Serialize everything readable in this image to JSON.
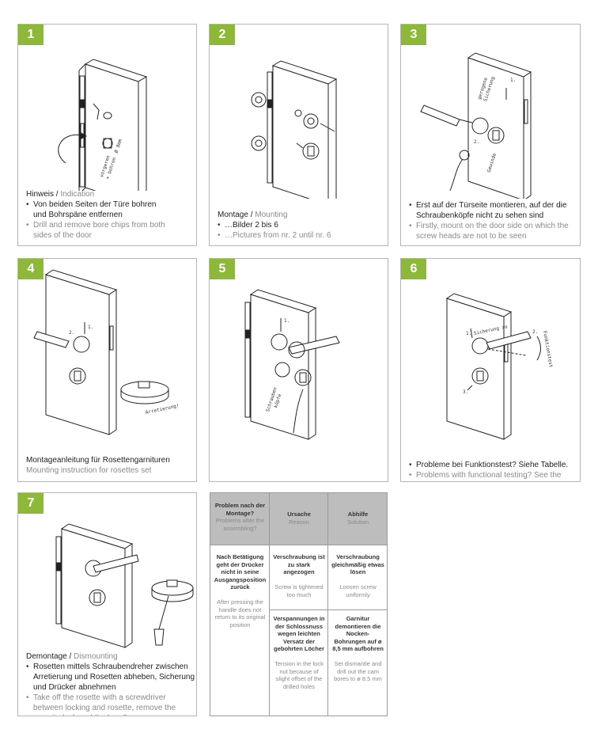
{
  "panels": [
    {
      "num": "1",
      "title_de": "Hinweis /",
      "title_en": "Indication",
      "bullets": [
        {
          "lang": "de",
          "text": "Von  beiden Seiten der Türe bohren und Bohrspäne entfernen"
        },
        {
          "lang": "en",
          "text": "Drill and remove bore chips from both sides of the door"
        }
      ],
      "labels": [
        "vorgeren",
        "+ bohren",
        "Ø 8mm"
      ]
    },
    {
      "num": "2",
      "title_de": "Montage /",
      "title_en": "Mounting",
      "bullets": [
        {
          "lang": "de",
          "text": "…Bilder 2 bis 6"
        },
        {
          "lang": "en",
          "text": "…Pictures from nr. 2 until nr. 6"
        }
      ]
    },
    {
      "num": "3",
      "bullets": [
        {
          "lang": "de",
          "text": "Erst auf der Türseite montieren, auf der die Schraubenköpfe nicht zu sehen sind"
        },
        {
          "lang": "en",
          "text": "Firstly, mount on the door side on which the screw heads are not to be seen"
        }
      ],
      "labels": [
        "gerogene",
        "Sicherung",
        "Gewinde",
        "1.",
        "2."
      ]
    },
    {
      "num": "4",
      "title_de": "Montageanleitung für Rosettengarnituren",
      "title_en": "Mounting instruction for rosettes set",
      "labels": [
        "Arretierung!",
        "1.",
        "2."
      ]
    },
    {
      "num": "5",
      "labels": [
        "Schrauben",
        "köpfe",
        "1."
      ]
    },
    {
      "num": "6",
      "bullets": [
        {
          "lang": "de",
          "text": "Probleme bei Funktionstest? Siehe Tabelle."
        },
        {
          "lang": "en",
          "text": "Problems with functional testing? See the table."
        }
      ],
      "labels": [
        "Sicherung zu",
        "Funktionstest",
        "1.",
        "2.",
        "3."
      ]
    },
    {
      "num": "7",
      "title_de": "Demontage /",
      "title_en": "Dismounting",
      "bullets": [
        {
          "lang": "de",
          "text": "Rosetten mittels Schraubendreher zwischen Arretierung und Rosetten abheben, Sicherung und Drücker abnehmen"
        },
        {
          "lang": "en",
          "text": "Take off the rosette with a screwdriver between locking and rosette, remove the security lock and the handle."
        }
      ]
    }
  ],
  "table": {
    "headers": [
      {
        "de": "Problem nach der Montage?",
        "en": "Problems after the assembling?"
      },
      {
        "de": "Ursache",
        "en": "Reason"
      },
      {
        "de": "Abhilfe",
        "en": "Solution"
      }
    ],
    "rows": [
      {
        "problem_de": "Nach Betätigung geht der Drücker nicht in seine Ausgangsposition zurück",
        "problem_en": "After pressing the handle does not return to its original position",
        "causes": [
          {
            "de": "Verschraubung ist zu stark angezogen",
            "en": "Screw is tightened too much"
          },
          {
            "de": "Verspannungen in der Schlossnuss wegen leichten Versatz der gebohrten Löcher",
            "en": "Tension in the lock nut because of slight offset of the drilled holes"
          }
        ],
        "solutions": [
          {
            "de": "Verschraubung gleichmäßig etwas lösen",
            "en": "Loosen screw uniformly"
          },
          {
            "de": "Garnitur demontieren die Nocken-Bohrungen auf ø 8,5 mm aufbohren",
            "en": "Set dismantle and drill out the cam bores to ø 8.5 mm"
          }
        ]
      }
    ]
  },
  "colors": {
    "accent": "#8db83a",
    "table_header": "#bdbdbd",
    "english_text": "#8a8a8a"
  }
}
